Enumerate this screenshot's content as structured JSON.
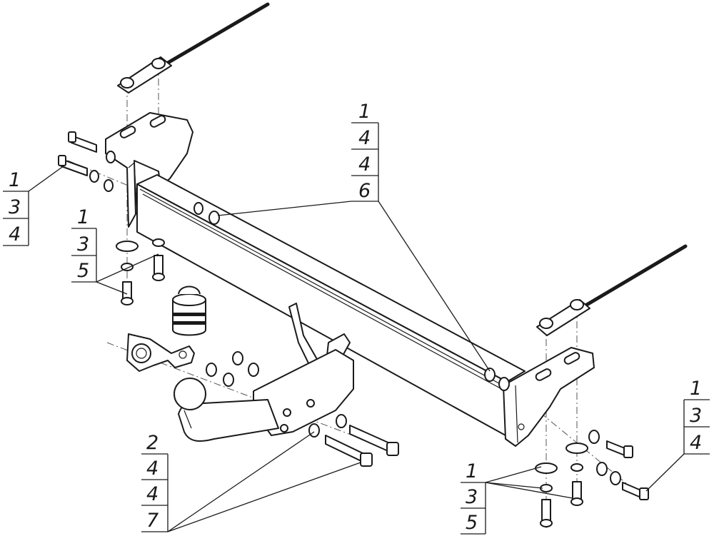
{
  "callouts": [
    {
      "id": "top-center",
      "values": [
        "1",
        "4",
        "4",
        "6"
      ]
    },
    {
      "id": "left-top",
      "values": [
        "1",
        "3",
        "4"
      ]
    },
    {
      "id": "left-mid",
      "values": [
        "1",
        "3",
        "5"
      ]
    },
    {
      "id": "bottom-left",
      "values": [
        "2",
        "4",
        "4",
        "7"
      ]
    },
    {
      "id": "bottom-right",
      "values": [
        "1",
        "3",
        "5"
      ]
    },
    {
      "id": "right",
      "values": [
        "1",
        "3",
        "4"
      ]
    }
  ]
}
